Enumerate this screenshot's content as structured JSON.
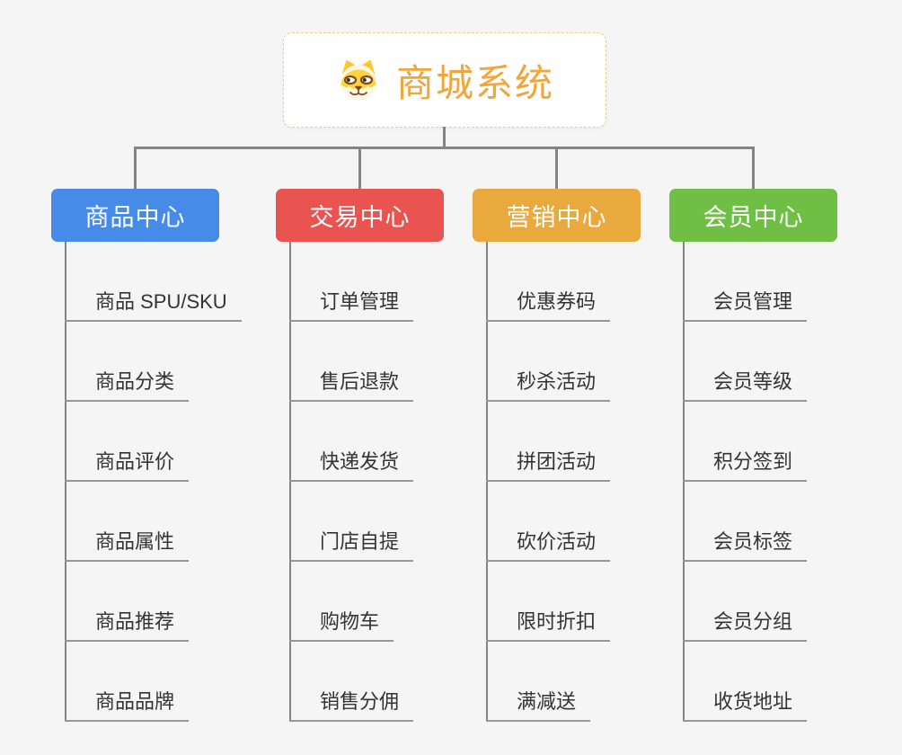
{
  "root": {
    "title": "商城系统",
    "logo_icon": "shiba-dog-icon"
  },
  "colors": {
    "background": "#F5F5F5",
    "root_border": "#F3C988",
    "root_title": "#F0A63C",
    "connector": "#848484",
    "item_underline": "#979797",
    "item_text": "#333333",
    "header_text": "#FFFFFF"
  },
  "branches": [
    {
      "id": "product",
      "label": "商品中心",
      "color": "#478BE9",
      "items": [
        "商品 SPU/SKU",
        "商品分类",
        "商品评价",
        "商品属性",
        "商品推荐",
        "商品品牌"
      ]
    },
    {
      "id": "trade",
      "label": "交易中心",
      "color": "#E95450",
      "items": [
        "订单管理",
        "售后退款",
        "快递发货",
        "门店自提",
        "购物车",
        "销售分佣"
      ]
    },
    {
      "id": "marketing",
      "label": "营销中心",
      "color": "#E9A93C",
      "items": [
        "优惠券码",
        "秒杀活动",
        "拼团活动",
        "砍价活动",
        "限时折扣",
        "满减送"
      ]
    },
    {
      "id": "member",
      "label": "会员中心",
      "color": "#6EBF44",
      "items": [
        "会员管理",
        "会员等级",
        "积分签到",
        "会员标签",
        "会员分组",
        "收货地址"
      ]
    }
  ]
}
